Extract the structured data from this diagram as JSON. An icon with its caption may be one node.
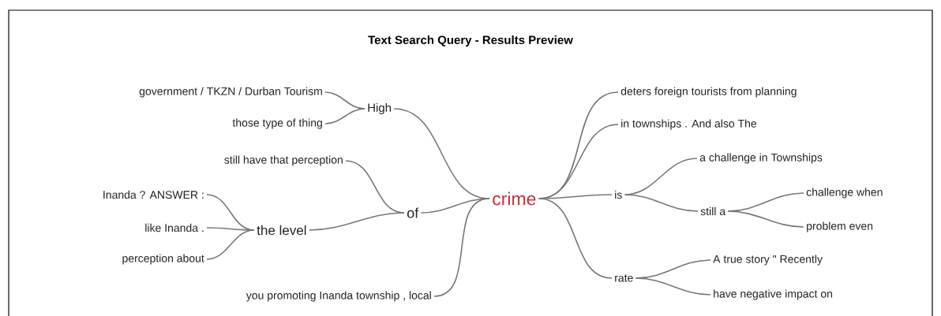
{
  "diagram": {
    "title": "Text Search Query - Results Preview",
    "nodes": [
      {
        "text": [
          "government / TKZN / Durban Tourism"
        ]
      },
      {
        "text": [
          "those type of thing"
        ]
      },
      {
        "text": [
          "High"
        ]
      },
      {
        "text": [
          "still have that perception"
        ]
      },
      {
        "text": [
          "Inanda ? ANSWER :"
        ]
      },
      {
        "text": [
          "like Inanda ."
        ]
      },
      {
        "text": [
          "perception about"
        ]
      },
      {
        "text": [
          "the level"
        ]
      },
      {
        "text": [
          "of"
        ]
      },
      {
        "text": [
          "you promoting Inanda township , local"
        ]
      },
      {
        "text": [
          "crime"
        ]
      },
      {
        "text": [
          "deters foreign tourists from planning"
        ]
      },
      {
        "text": [
          "in townships . And also The"
        ]
      },
      {
        "text": [
          "is"
        ]
      },
      {
        "text": [
          "a challenge in Townships"
        ]
      },
      {
        "text": [
          "still a"
        ]
      },
      {
        "text": [
          "challenge when"
        ]
      },
      {
        "text": [
          "problem even"
        ]
      },
      {
        "text": [
          "rate"
        ]
      },
      {
        "text": [
          "A true story \" Recently"
        ]
      },
      {
        "text": [
          "have negative impact on"
        ]
      }
    ],
    "edges": [
      {
        "from": 0,
        "to": 2,
        "arrow": "none"
      },
      {
        "from": 1,
        "to": 2,
        "arrow": "none"
      },
      {
        "from": 2,
        "to": 10,
        "arrow": "none"
      },
      {
        "from": 3,
        "to": 8,
        "arrow": "none"
      },
      {
        "from": 4,
        "to": 7,
        "arrow": "none"
      },
      {
        "from": 5,
        "to": 7,
        "arrow": "none"
      },
      {
        "from": 6,
        "to": 7,
        "arrow": "none"
      },
      {
        "from": 7,
        "to": 8,
        "arrow": "none"
      },
      {
        "from": 8,
        "to": 10,
        "arrow": "none"
      },
      {
        "from": 9,
        "to": 10,
        "arrow": "none"
      },
      {
        "from": 10,
        "to": 11,
        "arrow": "none"
      },
      {
        "from": 10,
        "to": 12,
        "arrow": "none"
      },
      {
        "from": 10,
        "to": 13,
        "arrow": "none"
      },
      {
        "from": 10,
        "to": 18,
        "arrow": "none"
      },
      {
        "from": 13,
        "to": 14,
        "arrow": "none"
      },
      {
        "from": 13,
        "to": 15,
        "arrow": "none"
      },
      {
        "from": 15,
        "to": 16,
        "arrow": "none"
      },
      {
        "from": 15,
        "to": 17,
        "arrow": "none"
      },
      {
        "from": 18,
        "to": 19,
        "arrow": "none"
      },
      {
        "from": 18,
        "to": 20,
        "arrow": "none"
      }
    ]
  }
}
